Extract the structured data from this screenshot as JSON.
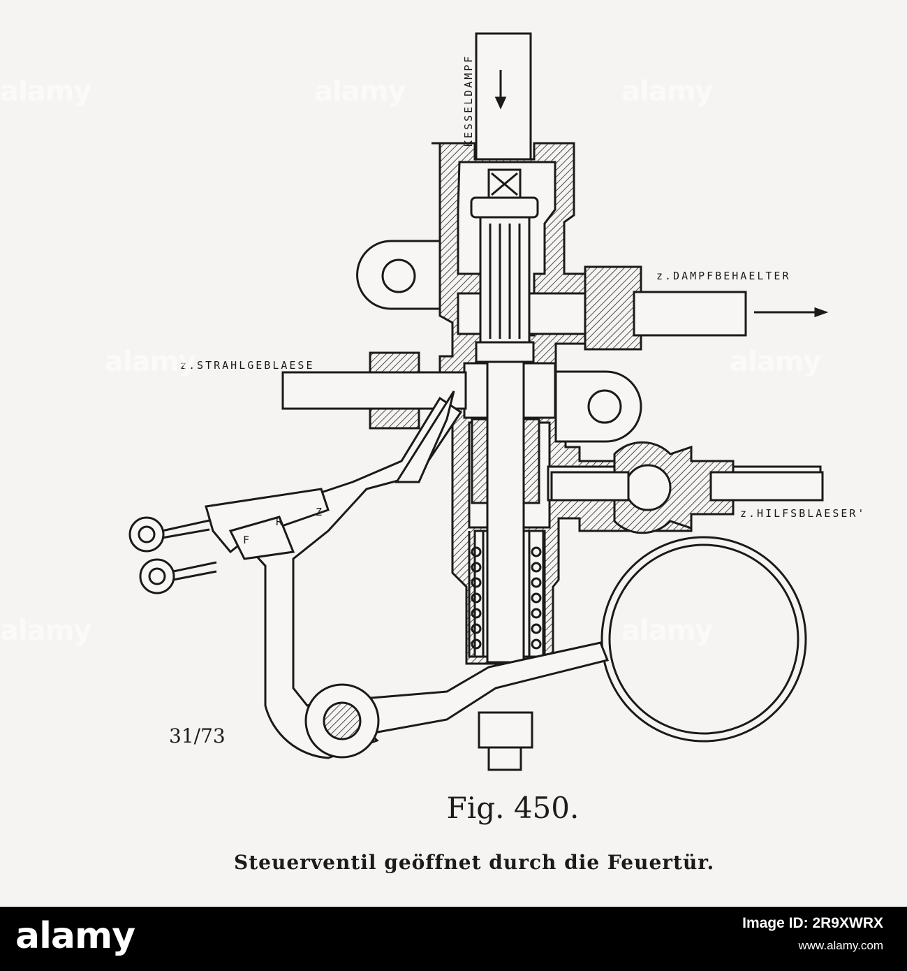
{
  "labels": {
    "kesseldampf": "KESSELDAMPF",
    "dampfbehaelter": "z.DAMPFBEHAELTER",
    "strahlgeblaese": "z.STRAHLGEBLAESE",
    "hilfsblaeser": "z.HILFSBLAESER'",
    "lever_f": "F",
    "lever_r": "R",
    "lever_z": "Z"
  },
  "drawing_number": "31/73",
  "figure": {
    "title": "Fig. 450.",
    "caption": "Steuerventil geöffnet durch die Feuertür."
  },
  "watermark": {
    "text": "alamy"
  },
  "footer": {
    "brand": "alamy",
    "image_id": "Image ID: 2R9XWRX",
    "url": "www.alamy.com"
  },
  "colors": {
    "ink": "#1a1a1a",
    "paper": "#f5f4f2",
    "footer": "#000000"
  }
}
